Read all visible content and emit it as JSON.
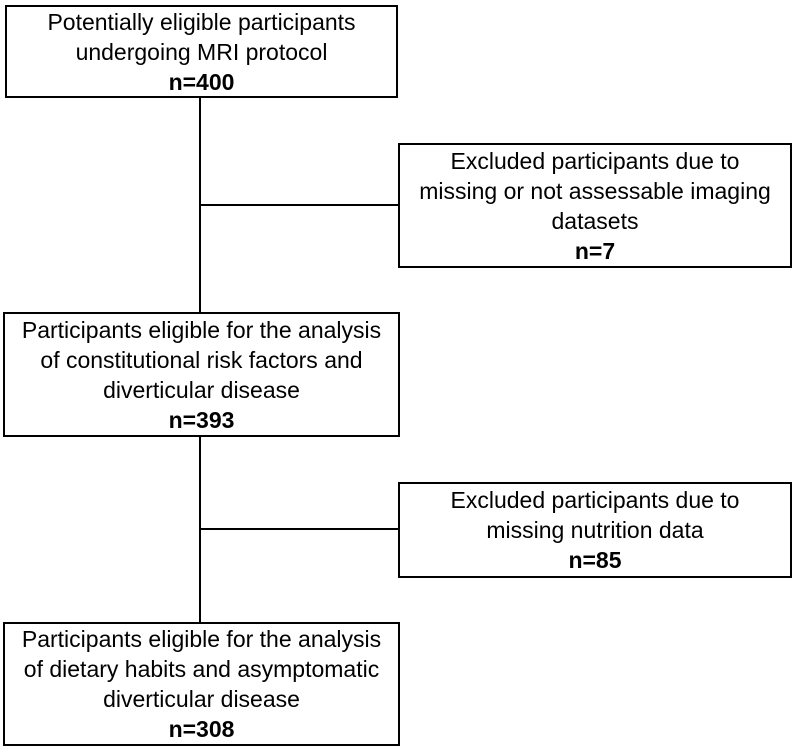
{
  "diagram": {
    "background_color": "#ffffff",
    "line_color": "#000000",
    "boxes": [
      {
        "id": "potentially-eligible",
        "lines": [
          "Potentially eligible participants",
          "undergoing MRI protocol"
        ],
        "n": "n=400"
      },
      {
        "id": "excluded-imaging",
        "lines": [
          "Excluded participants due to",
          "missing or not assessable imaging",
          "datasets"
        ],
        "n": "n=7"
      },
      {
        "id": "eligible-constitutional",
        "lines": [
          "Participants eligible for the analysis",
          "of constitutional risk factors and",
          "diverticular disease"
        ],
        "n": "n=393"
      },
      {
        "id": "excluded-nutrition",
        "lines": [
          "Excluded participants due to",
          "missing nutrition data"
        ],
        "n": "n=85"
      },
      {
        "id": "eligible-dietary",
        "lines": [
          "Participants eligible for the analysis",
          "of dietary habits and asymptomatic",
          "diverticular disease"
        ],
        "n": "n=308"
      }
    ]
  }
}
